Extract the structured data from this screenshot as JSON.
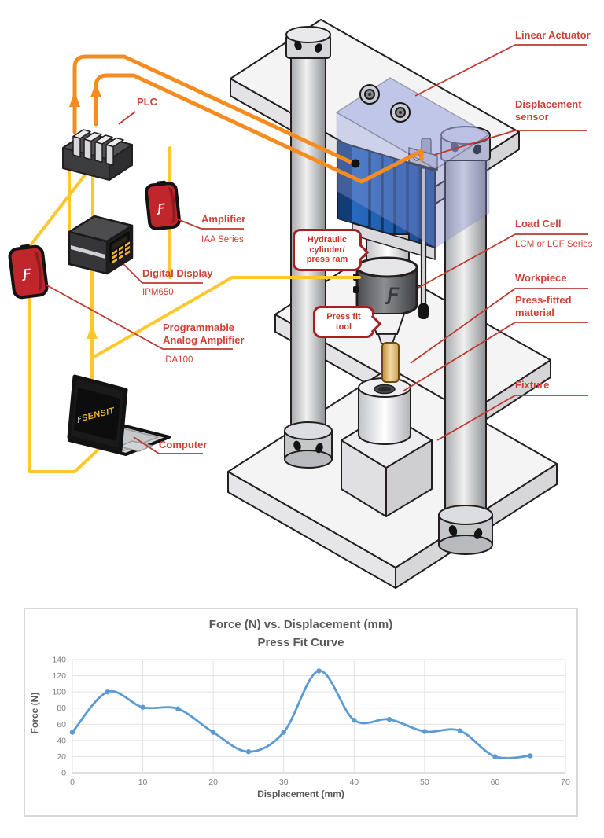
{
  "diagram": {
    "labels": {
      "linear_actuator": "Linear Actuator",
      "displacement_sensor_1": "Displacement",
      "displacement_sensor_2": "sensor",
      "load_cell": "Load Cell",
      "load_cell_series": "LCM or LCF Series",
      "workpiece": "Workpiece",
      "press_fitted_1": "Press-fitted",
      "press_fitted_2": "material",
      "fixture": "Fixture",
      "plc": "PLC",
      "amplifier": "Amplifier",
      "amplifier_series": "IAA Series",
      "digital_display": "Digital Display",
      "digital_display_model": "IPM650",
      "prog_amp_1": "Programmable",
      "prog_amp_2": "Analog Amplifier",
      "prog_amp_model": "IDA100",
      "computer": "Computer"
    },
    "callouts": {
      "hydraulic": {
        "line1": "Hydraulic",
        "line2": "cylinder/",
        "line3": "press ram"
      },
      "press_tool": {
        "line1": "Press fit",
        "line2": "tool"
      }
    },
    "screen_brand": "SENSIT",
    "futek_glyph": "Ƒ",
    "colors": {
      "label_red": "#cc4237",
      "leader_red": "#bd3a31",
      "wire_orange": "#f68b1f",
      "wire_yellow": "#ffc72c",
      "actuator_blue": "#1d5bb0"
    }
  },
  "chart_data": {
    "type": "line",
    "title_line1": "Force (N) vs. Displacement (mm)",
    "title_line2": "Press Fit Curve",
    "xlabel": "Displacement (mm)",
    "ylabel": "Force (N)",
    "x": [
      0,
      5,
      10,
      15,
      20,
      25,
      30,
      35,
      40,
      45,
      50,
      55,
      60,
      65
    ],
    "y": [
      50,
      100,
      81,
      79,
      50,
      26,
      50,
      126,
      65,
      66,
      51,
      52,
      20,
      21
    ],
    "xlim": [
      0,
      70
    ],
    "ylim": [
      0,
      140
    ],
    "xticks": [
      0,
      10,
      20,
      30,
      40,
      50,
      60,
      70
    ],
    "yticks": [
      0,
      20,
      40,
      60,
      80,
      100,
      120,
      140
    ],
    "grid": true,
    "legend": false,
    "line_color": "#5b9bd5"
  }
}
